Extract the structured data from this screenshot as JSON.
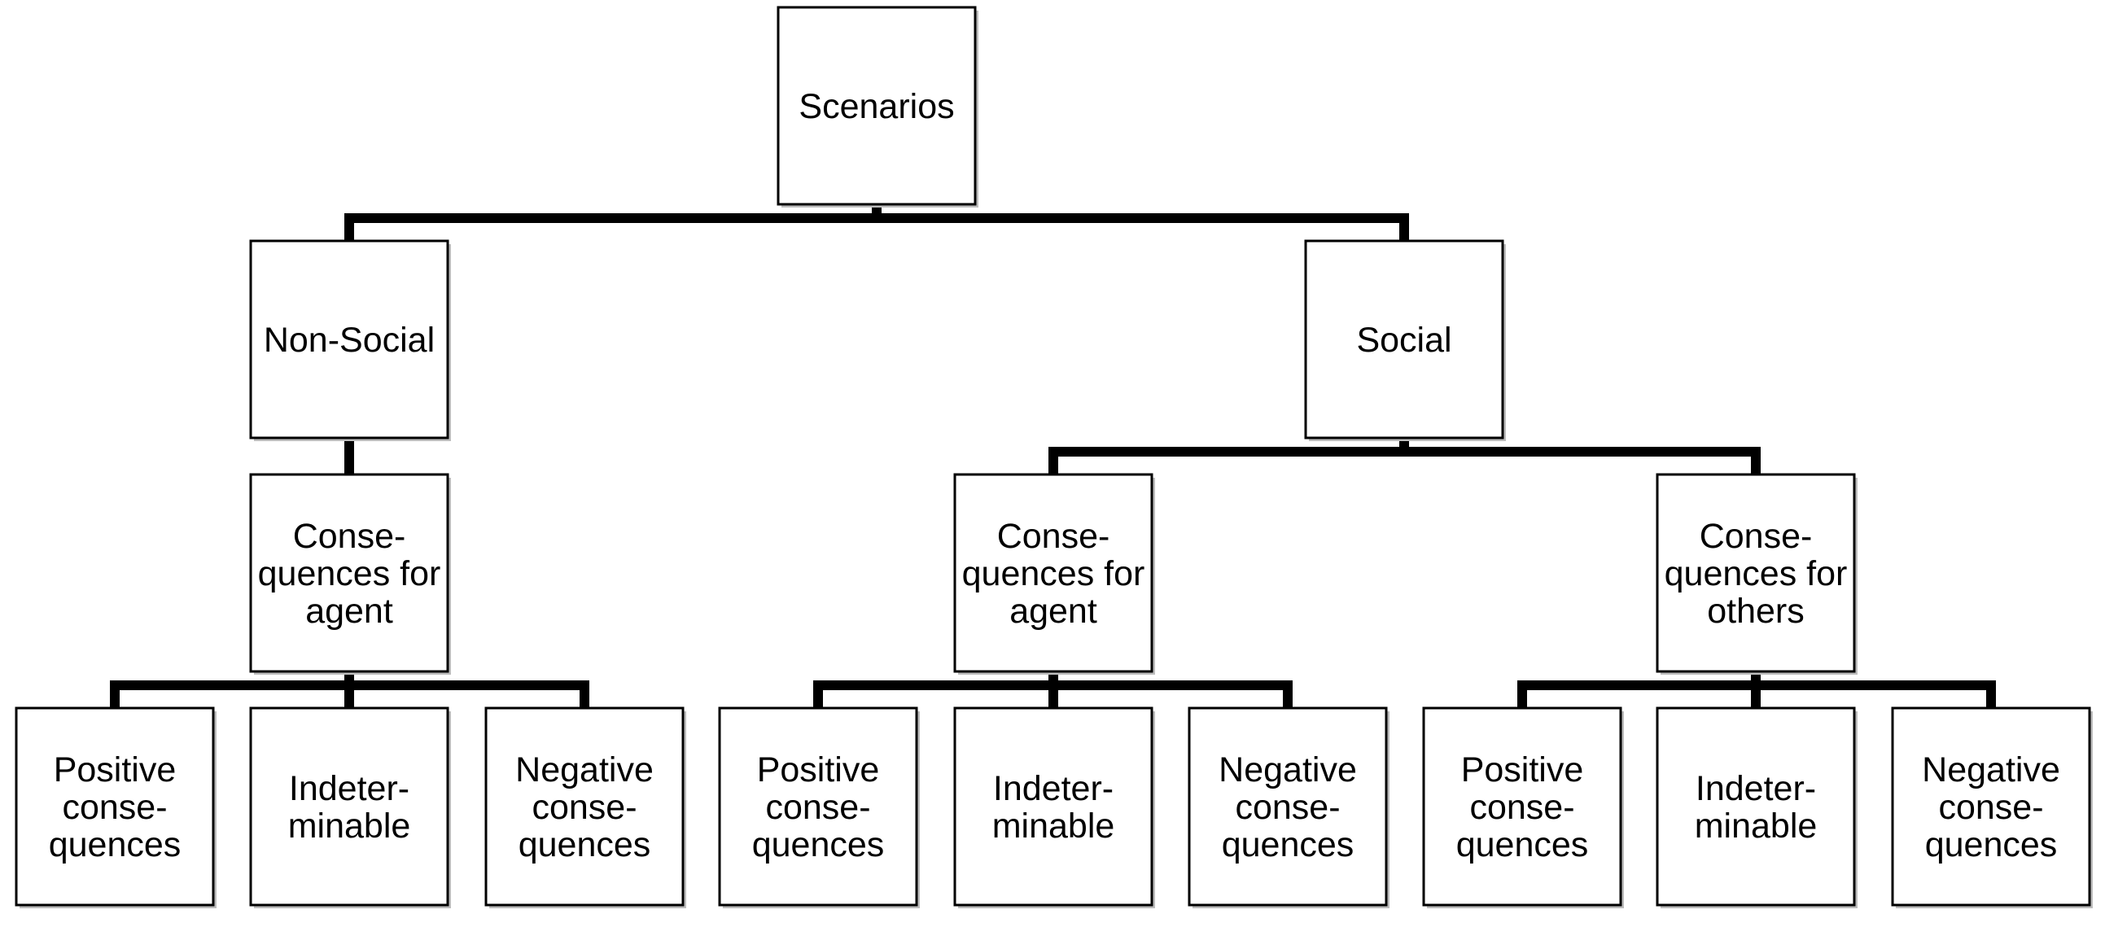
{
  "colors": {
    "line": "#000000",
    "box_border": "#000000",
    "box_fill": "#ffffff",
    "text": "#000000"
  },
  "nodes": {
    "root": {
      "lines": [
        "Scenarios"
      ]
    },
    "non_social": {
      "lines": [
        "Non-Social"
      ]
    },
    "social": {
      "lines": [
        "Social"
      ]
    },
    "ns_agent": {
      "lines": [
        "Conse-",
        "quences for",
        "agent"
      ]
    },
    "s_agent": {
      "lines": [
        "Conse-",
        "quences for",
        "agent"
      ]
    },
    "s_others": {
      "lines": [
        "Conse-",
        "quences for",
        "others"
      ]
    },
    "ns_agent_positive": {
      "lines": [
        "Positive",
        "conse-",
        "quences"
      ]
    },
    "ns_agent_indeterminable": {
      "lines": [
        "Indeter-",
        "minable"
      ]
    },
    "ns_agent_negative": {
      "lines": [
        "Negative",
        "conse-",
        "quences"
      ]
    },
    "s_agent_positive": {
      "lines": [
        "Positive",
        "conse-",
        "quences"
      ]
    },
    "s_agent_indeterminable": {
      "lines": [
        "Indeter-",
        "minable"
      ]
    },
    "s_agent_negative": {
      "lines": [
        "Negative",
        "conse-",
        "quences"
      ]
    },
    "s_others_positive": {
      "lines": [
        "Positive",
        "conse-",
        "quences"
      ]
    },
    "s_others_indeterminable": {
      "lines": [
        "Indeter-",
        "minable"
      ]
    },
    "s_others_negative": {
      "lines": [
        "Negative",
        "conse-",
        "quences"
      ]
    }
  },
  "edges": [
    [
      "root",
      "non_social"
    ],
    [
      "root",
      "social"
    ],
    [
      "non_social",
      "ns_agent"
    ],
    [
      "social",
      "s_agent"
    ],
    [
      "social",
      "s_others"
    ],
    [
      "ns_agent",
      "ns_agent_positive"
    ],
    [
      "ns_agent",
      "ns_agent_indeterminable"
    ],
    [
      "ns_agent",
      "ns_agent_negative"
    ],
    [
      "s_agent",
      "s_agent_positive"
    ],
    [
      "s_agent",
      "s_agent_indeterminable"
    ],
    [
      "s_agent",
      "s_agent_negative"
    ],
    [
      "s_others",
      "s_others_positive"
    ],
    [
      "s_others",
      "s_others_indeterminable"
    ],
    [
      "s_others",
      "s_others_negative"
    ]
  ]
}
